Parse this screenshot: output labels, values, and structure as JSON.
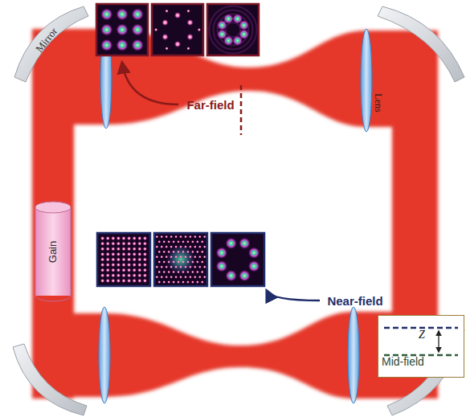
{
  "diagram": {
    "nodes": [
      {
        "text": [
          "Gain"
        ]
      },
      {
        "text": [
          "Mid-field",
          "Z"
        ]
      }
    ],
    "labels": [
      "Far-field",
      "Near-field",
      "Mirror",
      "Lens"
    ]
  }
}
